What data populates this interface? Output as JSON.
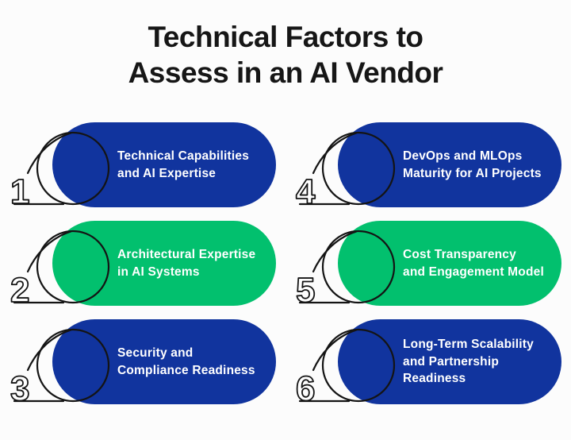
{
  "title": {
    "line1": "Technical Factors to",
    "line2": "Assess in an AI Vendor"
  },
  "colors": {
    "accent_blue": "#11349e",
    "accent_green": "#02c06e",
    "outline_ink": "#141414",
    "background": "#fcfcfc",
    "title_text": "#161616",
    "pill_text": "#ffffff"
  },
  "items": [
    {
      "number": "1",
      "text": "Technical Capabilities\nand AI Expertise",
      "color": "#11349e"
    },
    {
      "number": "2",
      "text": "Architectural Expertise\nin AI Systems",
      "color": "#02c06e"
    },
    {
      "number": "3",
      "text": "Security and\nCompliance Readiness",
      "color": "#11349e"
    },
    {
      "number": "4",
      "text": "DevOps and MLOps\nMaturity for AI Projects",
      "color": "#11349e"
    },
    {
      "number": "5",
      "text": "Cost Transparency\nand Engagement Model",
      "color": "#02c06e"
    },
    {
      "number": "6",
      "text": "Long-Term Scalability\nand Partnership\nReadiness",
      "color": "#11349e"
    }
  ]
}
